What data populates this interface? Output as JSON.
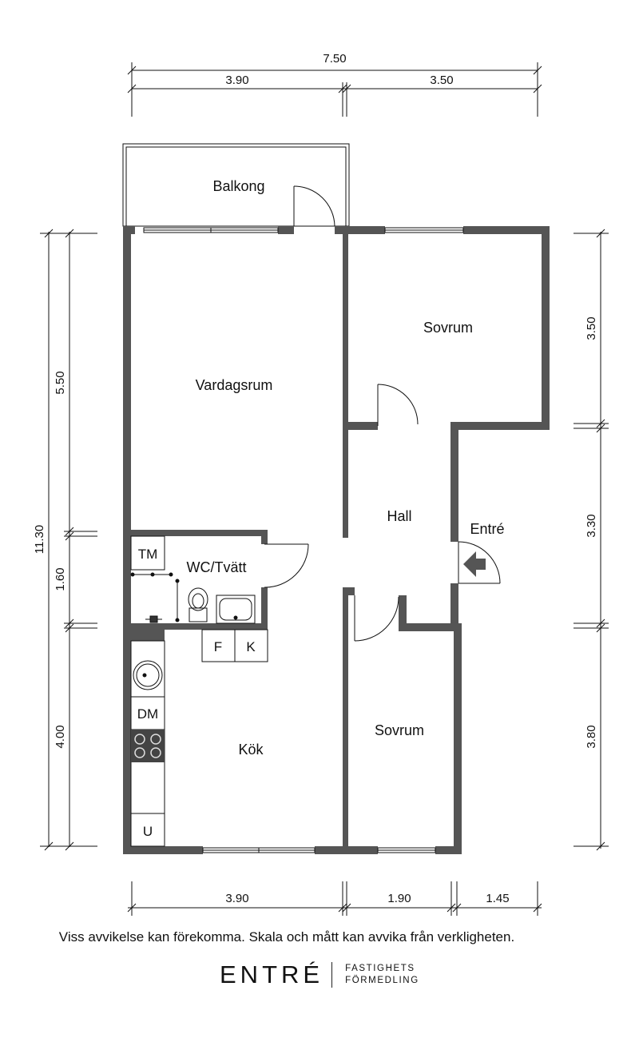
{
  "rooms": {
    "balcony": "Balkong",
    "living": "Vardagsrum",
    "bedroom_top": "Sovrum",
    "hall": "Hall",
    "entrance": "Entré",
    "wc": "WC/Tvätt",
    "kitchen": "Kök",
    "bedroom_bottom": "Sovrum"
  },
  "fixtures": {
    "tm": "TM",
    "f": "F",
    "k": "K",
    "dm": "DM",
    "u": "U"
  },
  "dimensions": {
    "top_total": "7.50",
    "top_left": "3.90",
    "top_right": "3.50",
    "left_total": "11.30",
    "left_upper": "5.50",
    "left_middle": "1.60",
    "left_lower": "4.00",
    "right_upper": "3.50",
    "right_middle": "3.30",
    "right_lower": "3.80",
    "bottom_left": "3.90",
    "bottom_middle": "1.90",
    "bottom_right": "1.45"
  },
  "disclaimer": "Viss avvikelse kan förekomma. Skala och mått kan avvika från verkligheten.",
  "logo": {
    "wordmark": "ENTRÉ",
    "tagline_1": "FASTIGHETS",
    "tagline_2": "FÖRMEDLING"
  },
  "colors": {
    "wall": "#555555",
    "line": "#111111",
    "background": "#ffffff"
  }
}
